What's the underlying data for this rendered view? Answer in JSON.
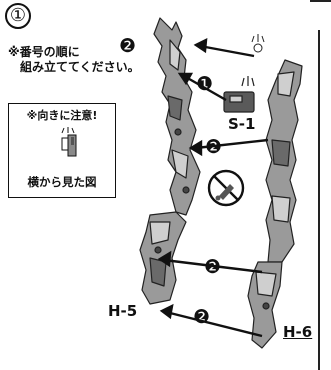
{
  "step": {
    "number": "①",
    "instruction_line1": "※番号の順に",
    "instruction_line2": "　組み立ててください。"
  },
  "note": {
    "title": "※向きに注意!",
    "caption": "横から見た図"
  },
  "parts": {
    "s1": "S-1",
    "h5": "H-5",
    "h6": "H-6"
  },
  "order_markers": {
    "first": "❶",
    "second": "❷"
  },
  "icons": [
    "step-1-circle-icon",
    "no-cutting-icon",
    "attention-marks-icon",
    "order-number-icon"
  ],
  "colors": {
    "ink": "#111111",
    "part_gray": "#9a9a9a",
    "part_dark": "#5a5a5a",
    "part_light": "#cfcfcf"
  }
}
